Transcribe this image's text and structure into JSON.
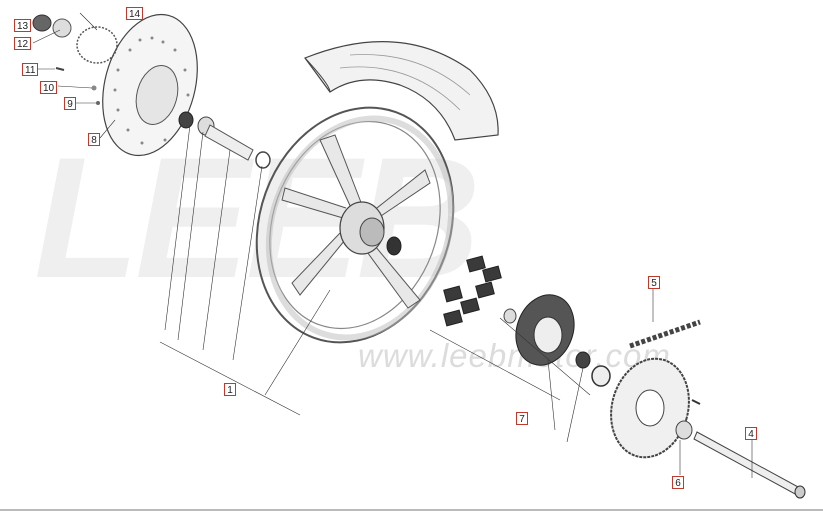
{
  "diagram": {
    "watermark_logo": "LEEB",
    "watermark_url": "www.leebmotor.com",
    "callouts": [
      {
        "id": "1",
        "label": "1"
      },
      {
        "id": "4",
        "label": "4"
      },
      {
        "id": "5",
        "label": "5"
      },
      {
        "id": "6",
        "label": "6"
      },
      {
        "id": "7",
        "label": "7"
      },
      {
        "id": "8",
        "label": "8"
      },
      {
        "id": "9",
        "label": "9"
      },
      {
        "id": "10",
        "label": "10"
      },
      {
        "id": "11",
        "label": "11"
      },
      {
        "id": "12",
        "label": "12"
      },
      {
        "id": "13",
        "label": "13"
      },
      {
        "id": "14",
        "label": "14"
      }
    ],
    "colors": {
      "callout_border": "#c0392b",
      "line": "#333333",
      "part_stroke": "#555555",
      "part_fill": "#ececec",
      "dark_part": "#3a3a3a"
    }
  }
}
